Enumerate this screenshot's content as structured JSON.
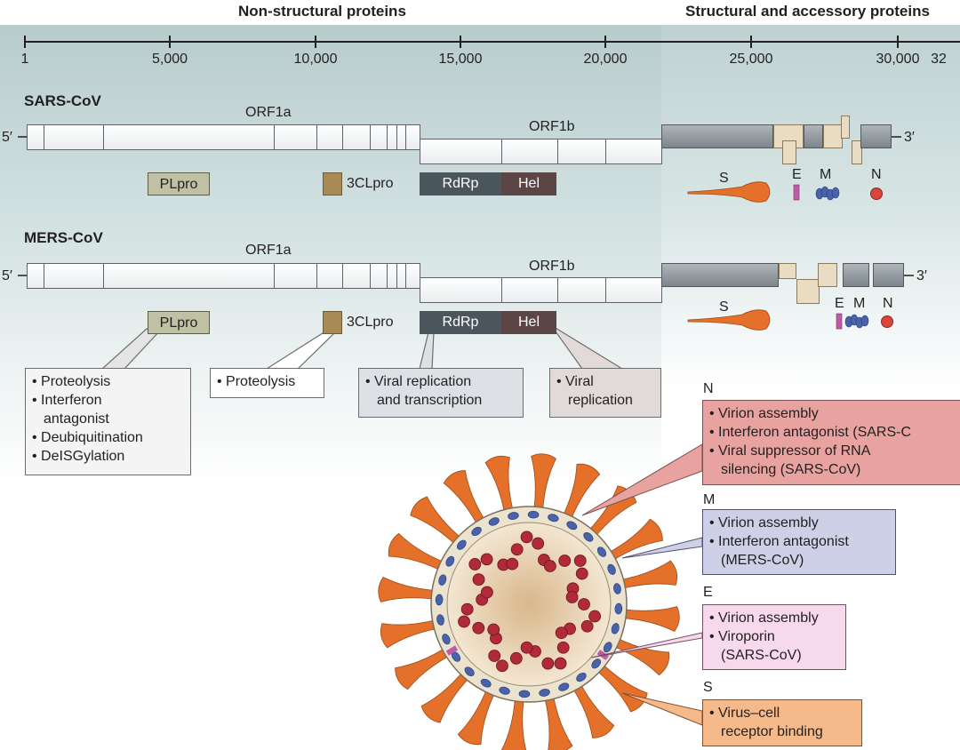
{
  "headers": {
    "nonstructural": "Non-structural proteins",
    "structural": "Structural and accessory proteins"
  },
  "axis_ticks": [
    "1",
    "5,000",
    "10,000",
    "15,000",
    "20,000",
    "25,000",
    "30,000",
    "32"
  ],
  "genomes": [
    {
      "name": "SARS-CoV",
      "five_prime": "5′",
      "three_prime": "3′",
      "orf1a": "ORF1a",
      "orf1b": "ORF1b"
    },
    {
      "name": "MERS-CoV",
      "five_prime": "5′",
      "three_prime": "3′",
      "orf1a": "ORF1a",
      "orf1b": "ORF1b"
    }
  ],
  "proteins": {
    "plpro": "PLpro",
    "clpro": "3CLpro",
    "rdrp": "RdRp",
    "hel": "Hel",
    "s": "S",
    "e": "E",
    "m": "M",
    "n": "N"
  },
  "function_boxes": {
    "plpro": [
      "• Proteolysis",
      "• Interferon",
      "antagonist",
      "• Deubiquitination",
      "• DeISGylation"
    ],
    "clpro": [
      "• Proteolysis"
    ],
    "rdrp": [
      "• Viral replication",
      "and transcription"
    ],
    "hel": [
      "• Viral",
      "replication"
    ]
  },
  "structural_functions": {
    "n": {
      "title": "N",
      "lines": [
        "• Virion assembly",
        "• Interferon antagonist (SARS-C",
        "• Viral suppressor of RNA",
        "silencing (SARS-CoV)"
      ]
    },
    "m": {
      "title": "M",
      "lines": [
        "• Virion assembly",
        "• Interferon antagonist",
        "(MERS-CoV)"
      ]
    },
    "e": {
      "title": "E",
      "lines": [
        "• Virion assembly",
        "• Viroporin",
        "(SARS-CoV)"
      ]
    },
    "s": {
      "title": "S",
      "lines": [
        "• Virus–cell",
        "receptor binding"
      ]
    }
  },
  "colors": {
    "spike": "#e5702a",
    "envelope_lipid": "#ece3cf",
    "m_protein": "#4a62a8",
    "n_protein": "#b02a3a",
    "e_protein": "#c05aa6",
    "n_box": "#e8a3a0",
    "m_box": "#cdd0e6",
    "e_box": "#f6d9ec",
    "s_box": "#f5b98a"
  }
}
